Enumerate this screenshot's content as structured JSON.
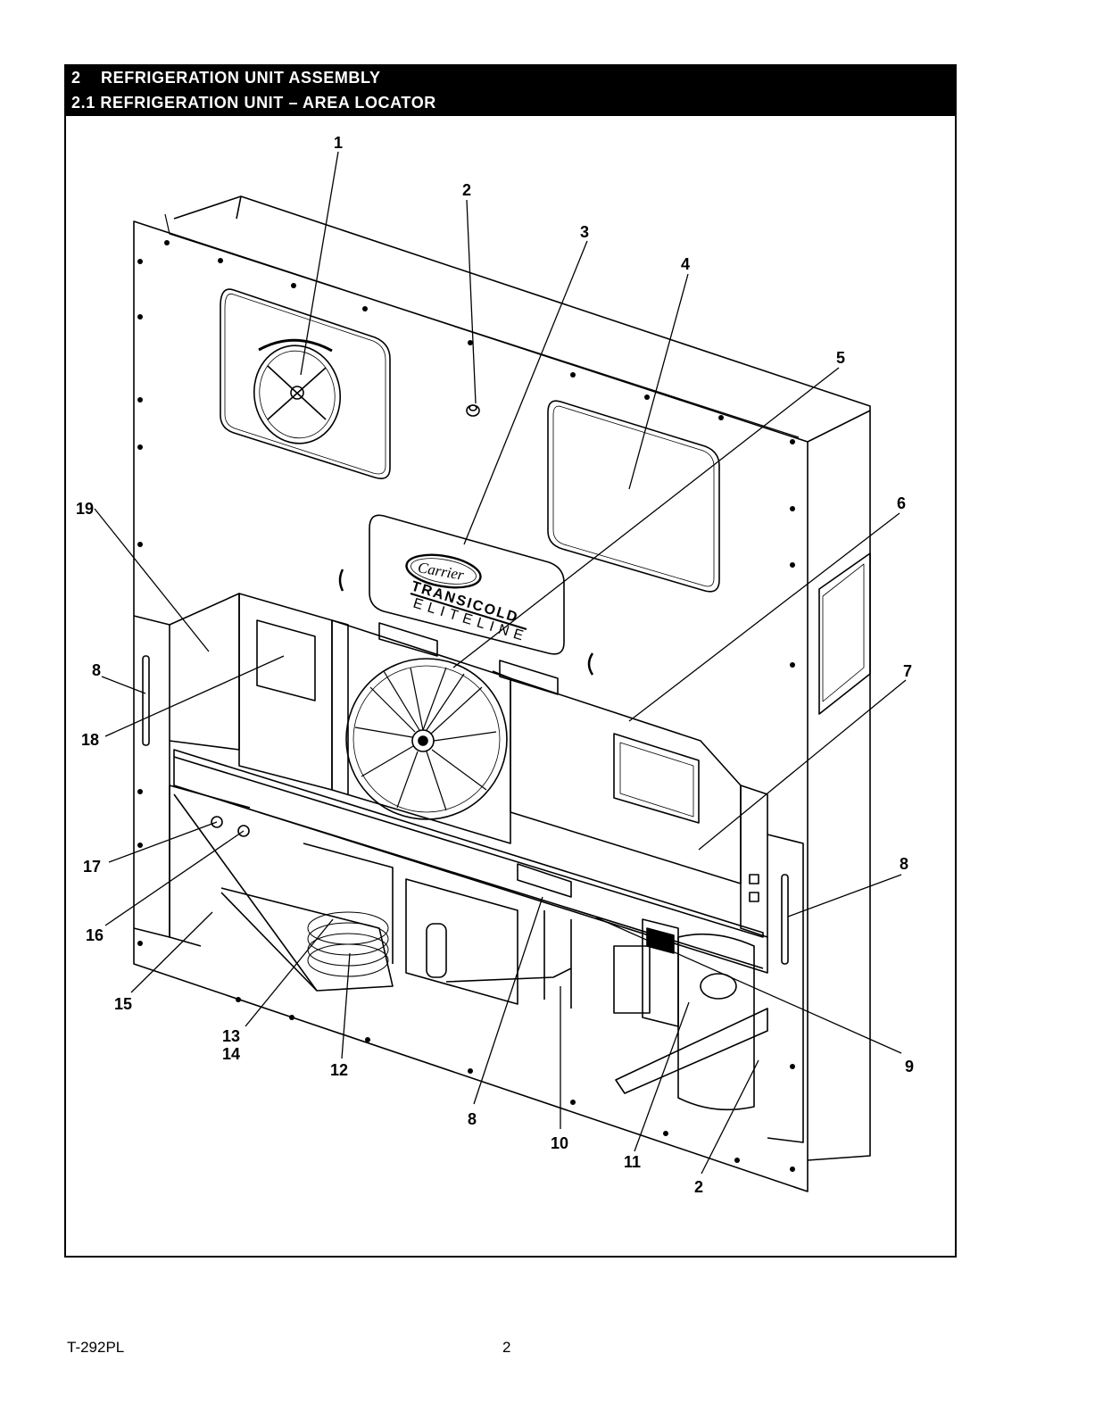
{
  "section": {
    "heading_1": "2    REFRIGERATION UNIT ASSEMBLY",
    "heading_2": "2.1 REFRIGERATION UNIT – AREA LOCATOR"
  },
  "logo": {
    "brand": "Carrier",
    "line1": "TRANSICOLD",
    "line2": "ELITELINE"
  },
  "callouts": [
    "1",
    "2",
    "3",
    "4",
    "5",
    "6",
    "7",
    "8",
    "9",
    "10",
    "11",
    "2",
    "8",
    "12",
    "13",
    "14",
    "15",
    "16",
    "17",
    "18",
    "19",
    "8"
  ],
  "footer": {
    "doc_number": "T-292PL",
    "page_number": "2"
  }
}
